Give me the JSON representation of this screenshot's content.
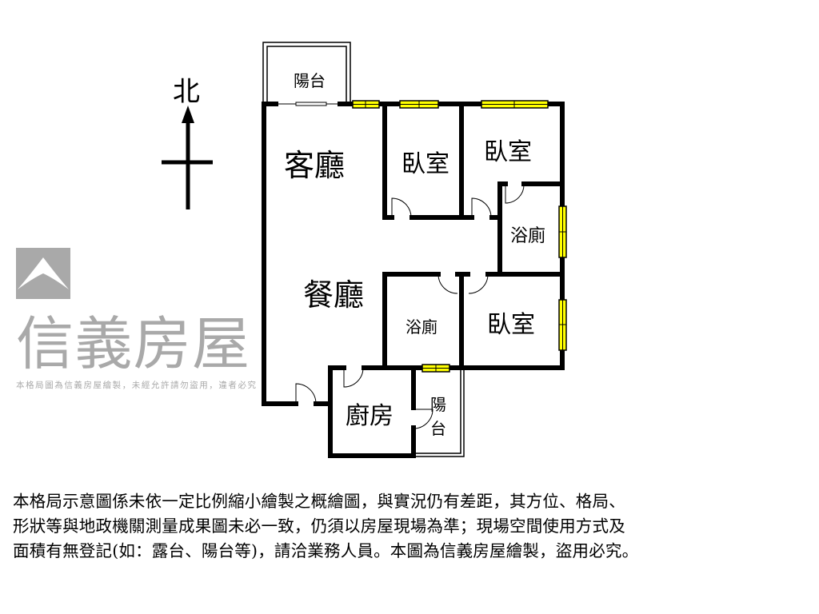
{
  "compass": {
    "north_label": "北"
  },
  "rooms": {
    "balcony_top": "陽台",
    "living_room": "客廳",
    "bedroom_1": "臥室",
    "bedroom_2": "臥室",
    "bathroom_1": "浴廁",
    "dining_room": "餐廳",
    "bathroom_2": "浴廁",
    "bedroom_3": "臥室",
    "kitchen": "廚房",
    "balcony_small_1": "陽",
    "balcony_small_2": "台"
  },
  "watermark": {
    "brand": "信義房屋",
    "notice": "本格局圖為信義房屋繪製，未經允許請勿盜用，違者必究"
  },
  "colors": {
    "wall": "#000000",
    "window": "#ffff00",
    "watermark": "#a9a9a9"
  },
  "disclaimer": [
    "本格局示意圖係未依一定比例縮小繪製之概繪圖，與實況仍有差距，其方位、格局、",
    "形狀等與地政機關測量成果圖未必一致，仍須以房屋現場為準；現場空間使用方式及",
    "面積有無登記(如：露台、陽台等)，請洽業務人員。本圖為信義房屋繪製，盜用必究。"
  ]
}
